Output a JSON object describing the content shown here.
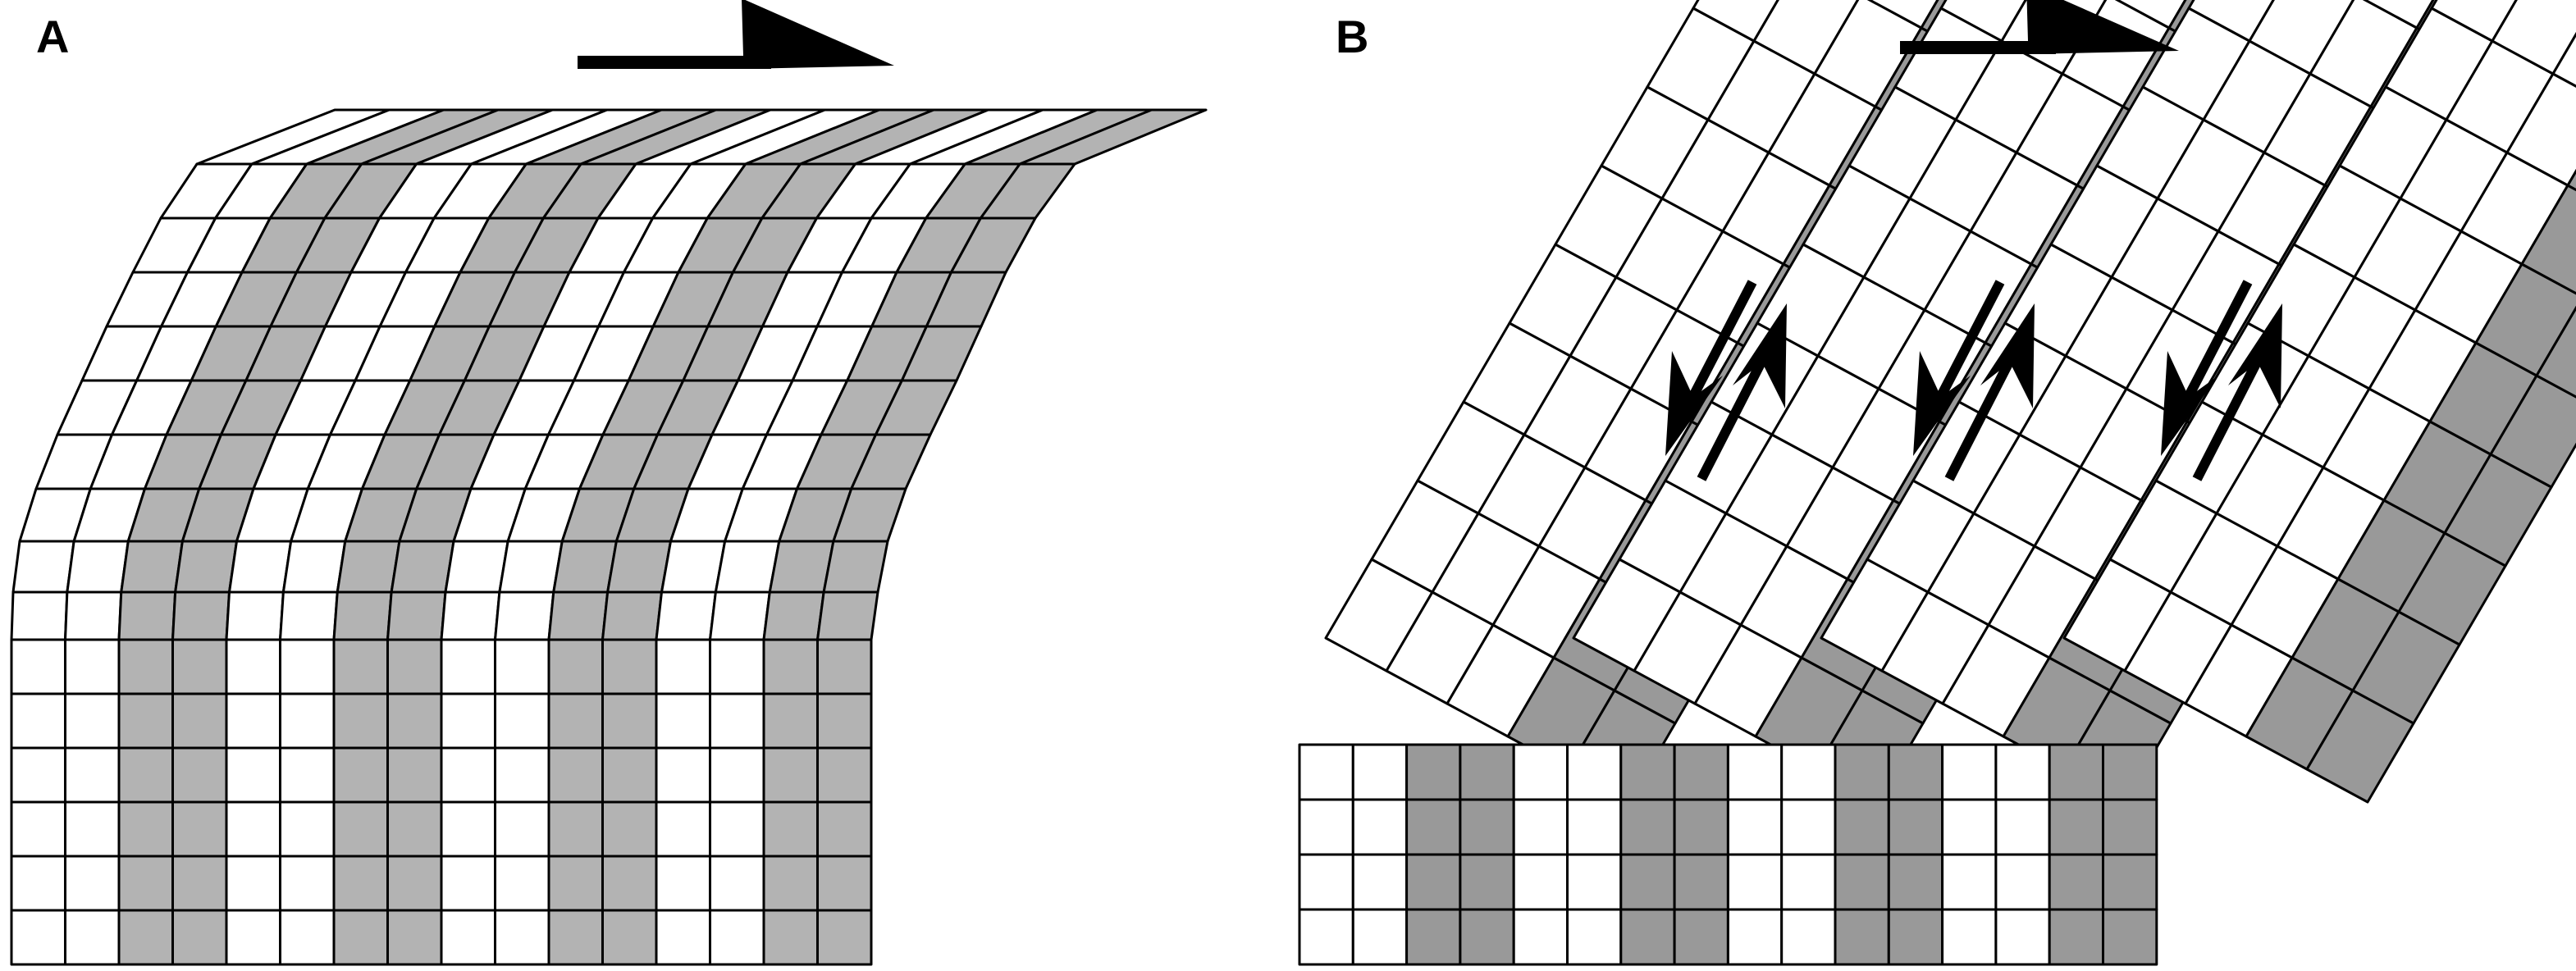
{
  "panels": [
    {
      "label": "A",
      "description_type": "bent-grid",
      "grid": {
        "cols": 16,
        "rows": 16,
        "shaded_column_groups": [
          [
            2,
            3
          ],
          [
            6,
            7
          ],
          [
            10,
            11
          ],
          [
            14,
            15
          ]
        ]
      },
      "shear_arrow": "right"
    },
    {
      "label": "B",
      "description_type": "tilted-blocks",
      "blocks": 4,
      "block_grid": {
        "cols": 5,
        "rows": 12,
        "shaded_columns": [
          3,
          4
        ]
      },
      "base_grid": {
        "cols": 16,
        "rows": 4,
        "shaded_column_groups": [
          [
            2,
            3
          ],
          [
            6,
            7
          ],
          [
            10,
            11
          ],
          [
            14,
            15
          ]
        ]
      },
      "shear_arrow": "right",
      "slip_arrow_pairs": 3
    }
  ],
  "colors": {
    "panel_a_shade": "#b3b3b3",
    "panel_b_shade": "#999999",
    "white": "#ffffff",
    "line": "#000000"
  },
  "icons": [
    "shear-arrow-icon",
    "slip-arrow-icon"
  ]
}
